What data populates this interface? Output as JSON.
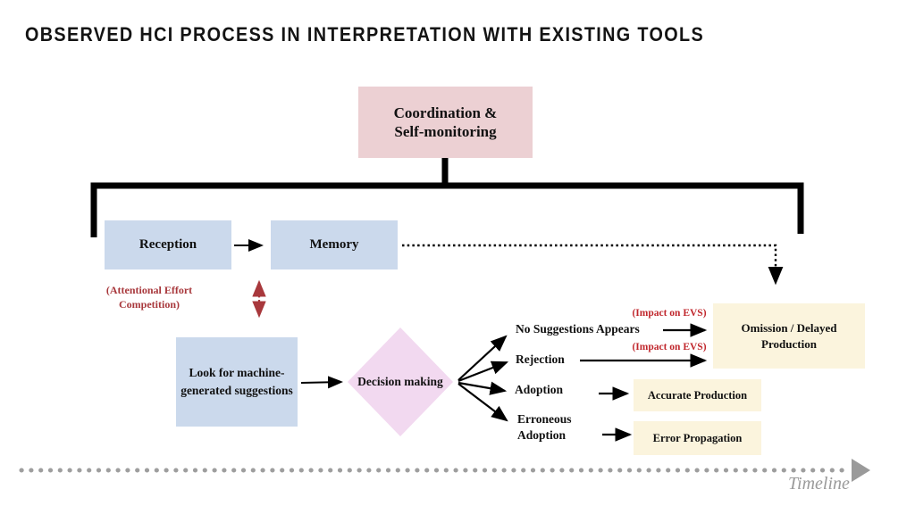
{
  "slide": {
    "title": "OBSERVED HCI PROCESS IN INTERPRETATION WITH EXISTING TOOLS"
  },
  "nodes": {
    "coordination": "Coordination & Self-monitoring",
    "reception": "Reception",
    "memory": "Memory",
    "look_for_suggestions": "Look for machine-generated suggestions",
    "decision_making": "Decision making"
  },
  "branches": [
    {
      "label": "No Suggestions Appears"
    },
    {
      "label": "Rejection"
    },
    {
      "label": "Adoption"
    },
    {
      "label": "Erroneous Adoption"
    }
  ],
  "outcomes": {
    "omission": "Omission / Delayed Production",
    "accurate": "Accurate Production",
    "error": "Error Propagation"
  },
  "annotations": {
    "attentional": "(Attentional Effort Competition)",
    "impact_evs_1": "(Impact on EVS)",
    "impact_evs_2": "(Impact on EVS)",
    "timeline": "Timeline"
  },
  "icons": {
    "timeline_arrow": "right-triangle-arrow",
    "flow_arrows": "black-arrowheads",
    "attention_arrow": "red-dotted-double-arrow"
  },
  "colors": {
    "box_pink": "#ecd0d3",
    "box_blue": "#cbd9ec",
    "diamond_lavender": "#f2d9f0",
    "box_cream": "#fbf4dd",
    "red_bright": "#c0262c",
    "red_dark": "#a8383c",
    "timeline_gray": "#9a9a9a",
    "line_black": "#000000"
  }
}
